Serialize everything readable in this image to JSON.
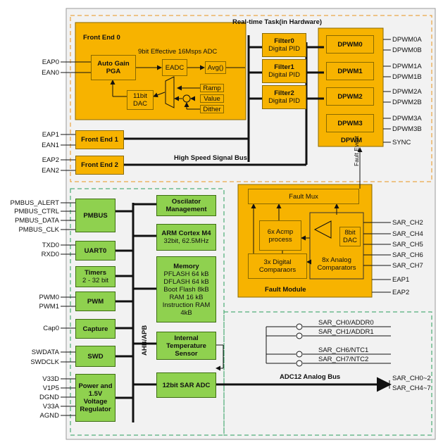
{
  "rt_task_title": "Real-time Task(in Hardware)",
  "front_end0": {
    "title": "Front End 0",
    "adc_desc": "9bit Effective 16Msps ADC",
    "agc_line1": "Auto Gain",
    "agc_line2": "PGA",
    "eadc": "EADC",
    "avg": "Avg()",
    "dac_line1": "11bit",
    "dac_line2": "DAC",
    "ramp": "Ramp",
    "value": "Value",
    "dither": "Dither"
  },
  "front_end1": "Front End 1",
  "front_end2": "Front End 2",
  "filters": [
    {
      "name": "Filter0",
      "sub": "Digital PID"
    },
    {
      "name": "Filter1",
      "sub": "Digital PID"
    },
    {
      "name": "Filter2",
      "sub": "Digital PID"
    }
  ],
  "dpwm_blocks": [
    "DPWM0",
    "DPWM1",
    "DPWM2",
    "DPWM3"
  ],
  "dpwm_title": "DPWM",
  "dpwm_outputs": [
    "DPWM0A",
    "DPWM0B",
    "DPWM1A",
    "DPWM1B",
    "DPWM2A",
    "DPWM2B",
    "DPWM3A",
    "DPWM3B",
    "SYNC"
  ],
  "hs_bus": "High Speed Signal Bus",
  "fault_event": "Fault Event",
  "fault": {
    "mux": "Fault Mux",
    "acmp_line1": "6x Acmp",
    "acmp_line2": "process",
    "dig_line1": "3x Digital",
    "dig_line2": "Comparaors",
    "dac_line1": "8bit",
    "dac_line2": "DAC",
    "analog_line1": "8x Analog",
    "analog_line2": "Comparators",
    "title": "Fault Module"
  },
  "fault_inputs": [
    "SAR_CH2",
    "SAR_CH4",
    "SAR_CH5",
    "SAR_CH6",
    "SAR_CH7",
    "EAP1",
    "EAP2"
  ],
  "left_inputs": {
    "eap0": "EAP0",
    "ean0": "EAN0",
    "eap1": "EAP1",
    "ean1": "EAN1",
    "eap2": "EAP2",
    "ean2": "EAN2"
  },
  "left_periph_blocks": [
    {
      "label": "PMBUS"
    },
    {
      "label": "UART0"
    },
    {
      "label": "Timers",
      "sub": "2 - 32 bit"
    },
    {
      "label": "PWM"
    },
    {
      "label": "Capture"
    },
    {
      "label": "SWD"
    },
    {
      "label": "Power and",
      "sub": "1.5V Voltage",
      "sub2": "Regulator"
    }
  ],
  "left_pins": [
    "PMBUS_ALERT",
    "PMBUS_CTRL",
    "PMBUS_DATA",
    "PMBUS_CLK",
    "TXD0",
    "RXD0",
    "PWM0",
    "PWM1",
    "Cap0",
    "SWDATA",
    "SWDCLK",
    "V33D",
    "V1P5",
    "DGND",
    "V33A",
    "AGND"
  ],
  "bus_label": "AHB/APB",
  "osc": {
    "line1": "Oscilator",
    "line2": "Management"
  },
  "arm": {
    "line1": "ARM Cortex M4",
    "line2": "32bit, 62.5MHz"
  },
  "memory": [
    "Memory",
    "PFLASH 64 kB",
    "DFLASH 64 kB",
    "Boot Flash 8kB",
    "RAM 16 kB",
    "Instruction RAM",
    "4kB"
  ],
  "temp": {
    "line1": "Internal",
    "line2": "Temperature",
    "line3": "Sensor"
  },
  "sar_adc": "12bit SAR ADC",
  "adc_bus": "ADC12 Analog Bus",
  "sar_inputs": [
    "SAR_CH0/ADDR0",
    "SAR_CH1/ADDR1",
    "SAR_CH6/NTC1",
    "SAR_CH7/NTC2"
  ],
  "sar_range": [
    "SAR_CH0~2",
    "SAR_CH4~7"
  ],
  "colors": {
    "orange": "#f7b300",
    "green": "#8fd14f",
    "frame": "#f2f2f2"
  }
}
